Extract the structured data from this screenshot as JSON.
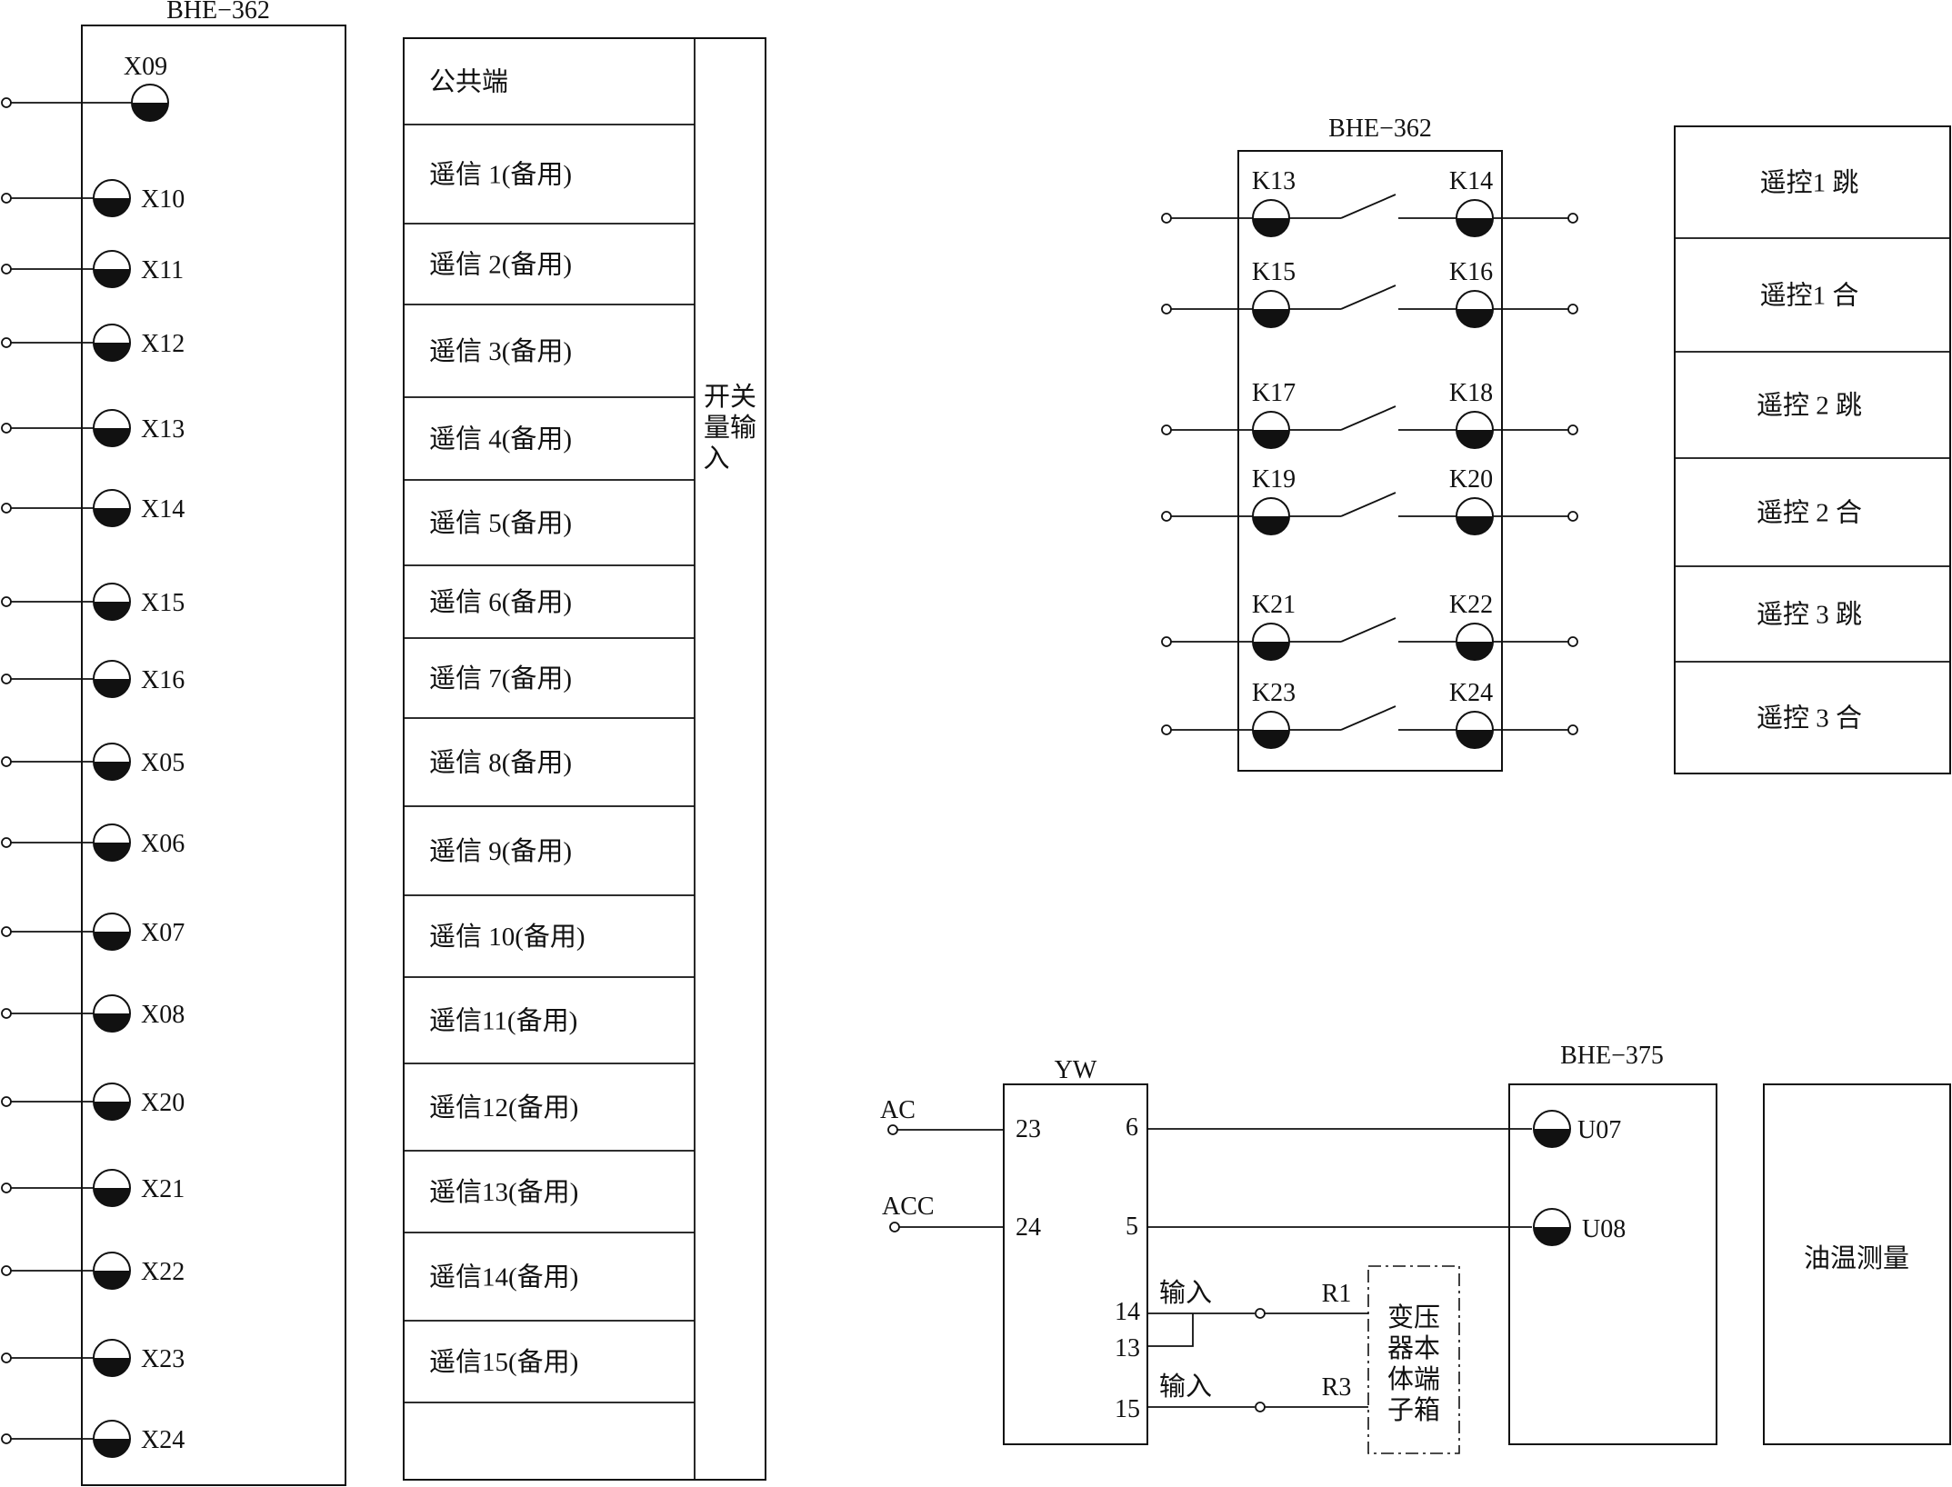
{
  "left_panel": {
    "device_title": "BHE−362",
    "terminals": [
      "X09",
      "X10",
      "X11",
      "X12",
      "X13",
      "X14",
      "X15",
      "X16",
      "X05",
      "X06",
      "X07",
      "X08",
      "X20",
      "X21",
      "X22",
      "X23",
      "X24"
    ],
    "table_rows": [
      "公共端",
      "遥信 1(备用)",
      "遥信 2(备用)",
      "遥信 3(备用)",
      "遥信 4(备用)",
      "遥信 5(备用)",
      "遥信 6(备用)",
      "遥信 7(备用)",
      "遥信 8(备用)",
      "遥信 9(备用)",
      "遥信 10(备用)",
      "遥信11(备用)",
      "遥信12(备用)",
      "遥信13(备用)",
      "遥信14(备用)",
      "遥信15(备用)",
      ""
    ],
    "side_label_lines": [
      "开关",
      "量输",
      "入"
    ]
  },
  "right_top": {
    "device_title": "BHE−362",
    "contacts": [
      {
        "left": "K13",
        "right": "K14"
      },
      {
        "left": "K15",
        "right": "K16"
      },
      {
        "left": "K17",
        "right": "K18"
      },
      {
        "left": "K19",
        "right": "K20"
      },
      {
        "left": "K21",
        "right": "K22"
      },
      {
        "left": "K23",
        "right": "K24"
      }
    ],
    "functions": [
      "遥控1 跳",
      "遥控1 合",
      "遥控 2 跳",
      "遥控 2 合",
      "遥控 3 跳",
      "遥控 3 合"
    ]
  },
  "right_bottom": {
    "yw_title": "YW",
    "ac_label": "AC",
    "acc_label": "ACC",
    "yw_left_pins": [
      "23",
      "24"
    ],
    "yw_right_pins": [
      "6",
      "5",
      "14",
      "13",
      "15"
    ],
    "input_label_1": "输入",
    "input_label_2": "输入",
    "r1": "R1",
    "r3": "R3",
    "transformer_box_lines": [
      "变压",
      "器本",
      "体端",
      "子箱"
    ],
    "bhe375_title": "BHE−375",
    "bhe375_terminals": [
      "U07",
      "U08"
    ],
    "measure_label": "油温测量"
  }
}
